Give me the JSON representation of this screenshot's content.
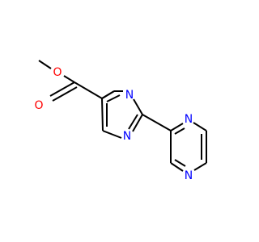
{
  "molecule": {
    "atoms": {
      "o_methoxy": {
        "symbol": "O",
        "color": "#ff0000"
      },
      "o_carbonyl": {
        "symbol": "O",
        "color": "#ff0000"
      },
      "n_pyrimidine_top": {
        "symbol": "N",
        "color": "#0000ff"
      },
      "n_pyrimidine_bottom": {
        "symbol": "N",
        "color": "#0000ff"
      },
      "n_pyrazine_top": {
        "symbol": "N",
        "color": "#0000ff"
      },
      "n_pyrazine_bottom": {
        "symbol": "N",
        "color": "#0000ff"
      }
    }
  }
}
